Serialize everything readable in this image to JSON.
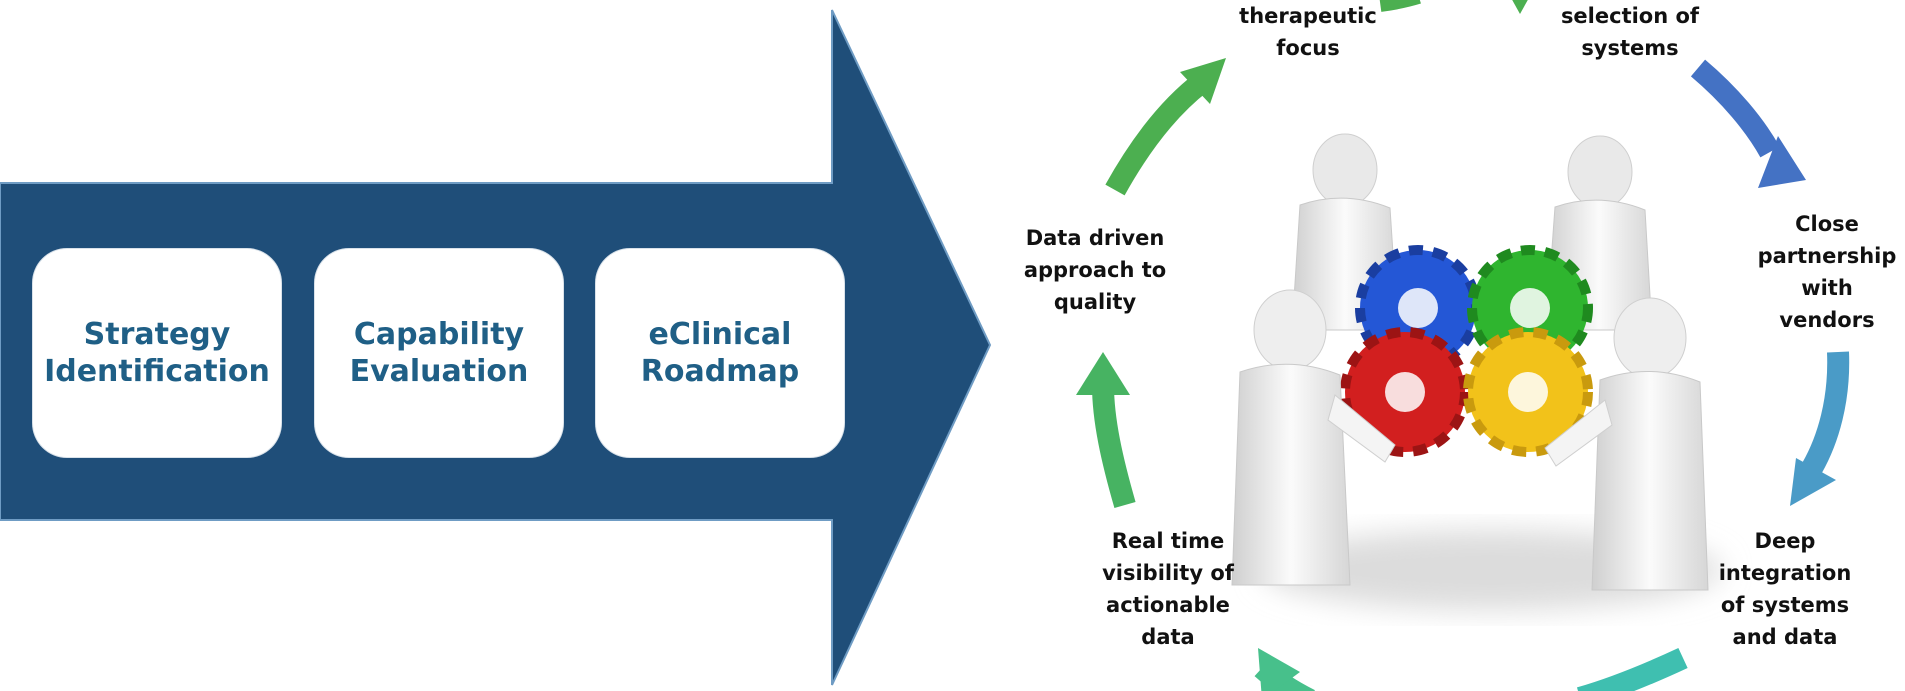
{
  "process": {
    "steps": [
      {
        "line1": "Strategy",
        "line2": "Identification"
      },
      {
        "line1": "Capability",
        "line2": "Evaluation"
      },
      {
        "line1": "eClinical",
        "line2": "Roadmap"
      }
    ]
  },
  "cycle": {
    "items": [
      {
        "lines": [
          "therapeutic",
          "focus"
        ]
      },
      {
        "lines": [
          "selection of",
          "systems"
        ]
      },
      {
        "lines": [
          "Close",
          "partnership",
          "with",
          "vendors"
        ]
      },
      {
        "lines": [
          "Deep",
          "integration",
          "of systems",
          "and data"
        ]
      },
      {
        "lines": [
          "Real time",
          "visibility of",
          "actionable",
          "data"
        ]
      },
      {
        "lines": [
          "Data driven",
          "approach to",
          "quality"
        ]
      }
    ],
    "center_image": "people-with-gears"
  },
  "colors": {
    "big_arrow": "#1f4e79",
    "box_text": "#1f5f86",
    "arrow_green": "#4caf50",
    "arrow_blue": "#4472c4",
    "arrow_light_blue": "#4a9bc7",
    "arrow_teal": "#3fbfb0",
    "arrow_mint": "#47c08b",
    "gear_blue": "#2457d6",
    "gear_green": "#2fb52f",
    "gear_red": "#d21f1f",
    "gear_yellow": "#f2c21a"
  }
}
